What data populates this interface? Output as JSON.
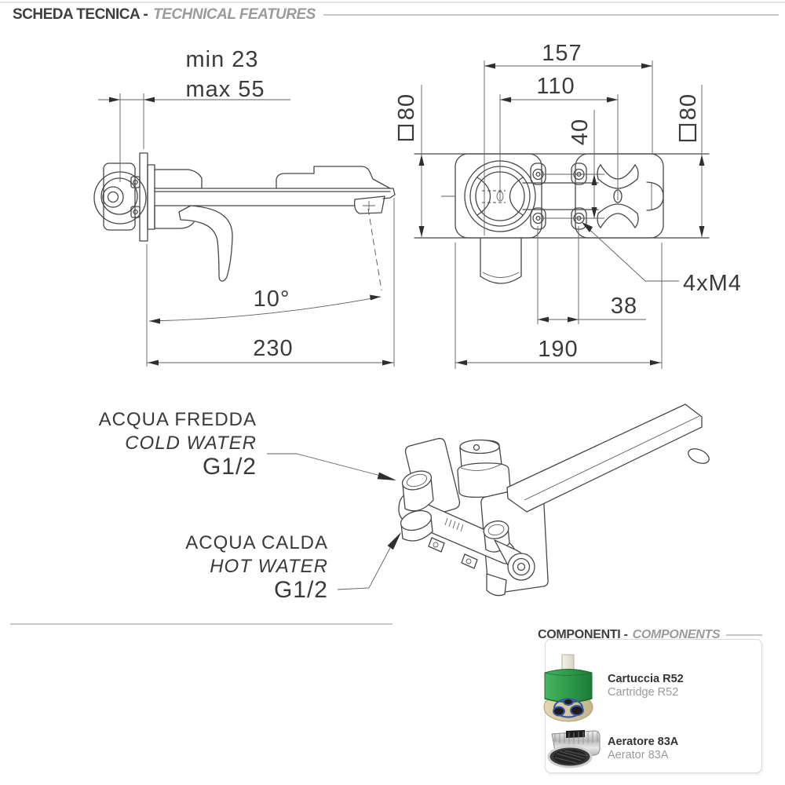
{
  "header": {
    "title_left": "SCHEDA TECNICA -",
    "title_right": "TECHNICAL FEATURES"
  },
  "side_view": {
    "dim_min": "min 23",
    "dim_max": "max 55",
    "dim_angle": "10°",
    "dim_length": "230"
  },
  "front_view": {
    "dim_157": "157",
    "dim_110": "110",
    "dim_40": "40",
    "dim_80_left": "80",
    "dim_80_right": "80",
    "screws_label": "4xM4",
    "dim_38": "38",
    "dim_190": "190"
  },
  "connections": {
    "cold": {
      "it": "ACQUA FREDDA",
      "en": "COLD WATER",
      "thread": "G1/2"
    },
    "hot": {
      "it": "ACQUA CALDA",
      "en": "HOT WATER",
      "thread": "G1/2"
    }
  },
  "components": {
    "title_left": "COMPONENTI -",
    "title_right": "COMPONENTS",
    "items": [
      {
        "it": "Cartuccia R52",
        "en": "Cartridge R52",
        "icon": "cartridge-illustration"
      },
      {
        "it": "Aeratore 83A",
        "en": "Aerator 83A",
        "icon": "aerator-illustration"
      }
    ]
  },
  "colors": {
    "text_dark": "#3b3b3b",
    "text_gray": "#9b9b9b",
    "rule_gray": "#c6c6c6",
    "line_draw": "#474747",
    "cartridge_green": "#2f9e4c",
    "cartridge_base_tan": "#d9cba2",
    "cartridge_ring_blue": "#3c57a8",
    "aerator_chrome": "#c9c9c9"
  }
}
